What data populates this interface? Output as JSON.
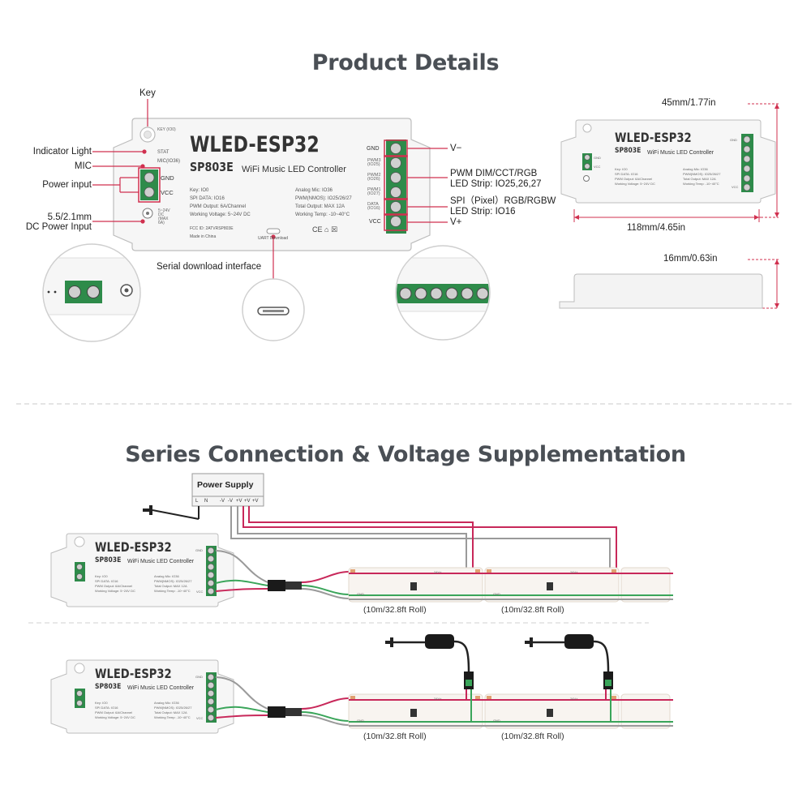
{
  "sections": {
    "product_title": "Product Details",
    "series_title": "Series Connection & Voltage Supplementation"
  },
  "device": {
    "brand": "WLED-ESP32",
    "model": "SP803E",
    "subtitle": "WiFi Music LED Controller",
    "key_label": "KEY (IO0)",
    "stat_label": "STAT",
    "mic_label": "MIC(IO36)",
    "gnd": "GND",
    "vcc": "VCC",
    "dc_label": "5~24V DC (MAX 6A)",
    "specs_left": [
      "Key: IO0",
      "SPI DATA: IO16",
      "PWM Output: 6A/Channel",
      "Working Voltage: 5~24V DC"
    ],
    "specs_right": [
      "Analog Mic: IO36",
      "PWM(NMOS): IO25/26/27",
      "Total Output: MAX 12A",
      "Working Temp: -10~40°C"
    ],
    "fcc": "FCC ID: 2ATVRSP803E",
    "made_in": "Made in China",
    "uart": "UART Download",
    "cert_marks": "CE ⌂ ☒",
    "terminals": [
      "GND",
      "PWM3 (IO25)",
      "PWM2 (IO26)",
      "PWM1 (IO27)",
      "DATA (IO16)",
      "VCC"
    ]
  },
  "callouts": {
    "key": "Key",
    "indicator": "Indicator Light",
    "mic": "MIC",
    "power_input": "Power input",
    "dc_input_1": "5.5/2.1mm",
    "dc_input_2": "DC Power Input",
    "serial": "Serial download interface",
    "v_minus": "V−",
    "pwm_1": "PWM DIM/CCT/RGB",
    "pwm_2": "LED Strip: IO25,26,27",
    "spi_1": "SPI（Pixel）RGB/RGBW",
    "spi_2": "LED Strip: IO16",
    "v_plus": "V+"
  },
  "dimensions": {
    "height": "45mm/1.77in",
    "length": "118mm/4.65in",
    "thickness": "16mm/0.63in"
  },
  "series": {
    "power_supply": "Power Supply",
    "ps_pins": [
      "L",
      "N",
      "-V",
      "-V",
      "+V",
      "+V",
      "+V"
    ],
    "roll_label": "(10m/32.8ft Roll)",
    "strip_plus": "24V+",
    "strip_minus": "GND"
  },
  "colors": {
    "red_wire": "#c8285a",
    "green_wire": "#3aa55a",
    "gray_wire": "#9a9a9a",
    "terminal_green": "#2e8b4a",
    "heading": "#4a4f55"
  }
}
